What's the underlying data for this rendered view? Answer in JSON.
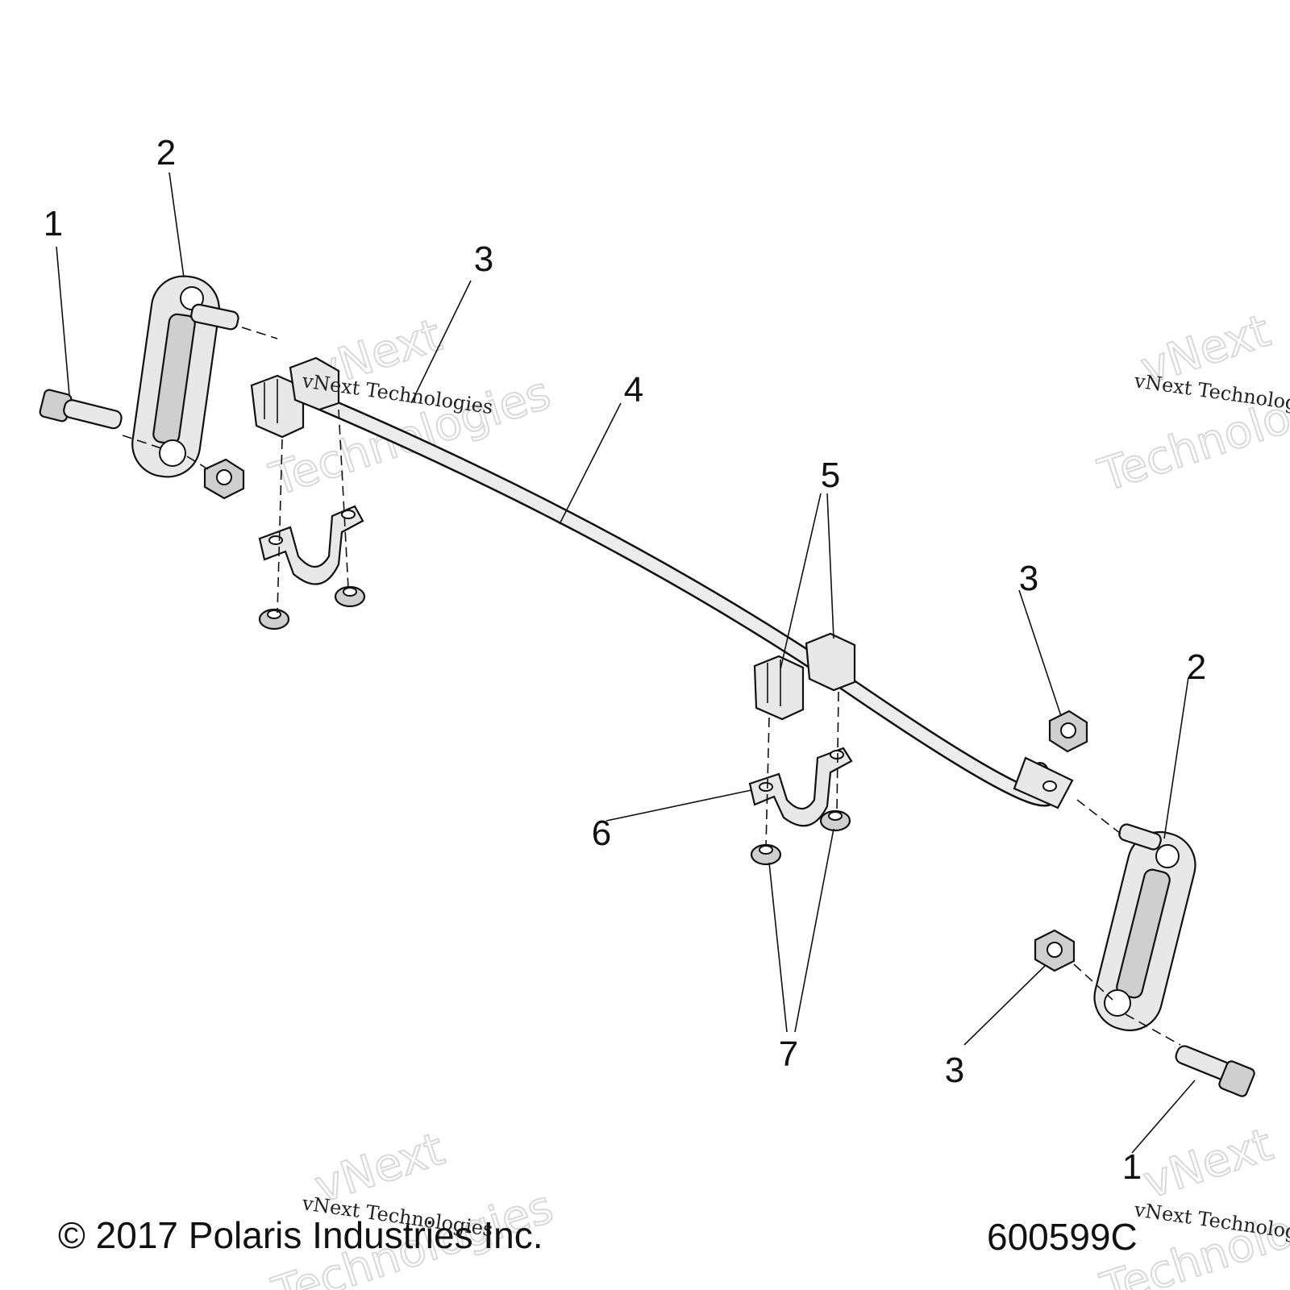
{
  "callouts": [
    "1",
    "2",
    "3",
    "4",
    "5",
    "6",
    "7"
  ],
  "footer": {
    "copyright": "© 2017 Polaris Industries Inc.",
    "part_code": "600599C"
  },
  "watermark": {
    "line_full": "vNext Technologies",
    "line_top": "vNext",
    "line_bottom": "Technologies"
  }
}
